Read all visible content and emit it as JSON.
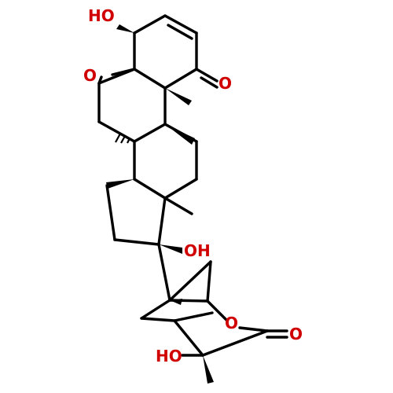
{
  "colors": {
    "bond": "#000000",
    "oxygen": "#d00000",
    "background": "#ffffff"
  },
  "labels": {
    "ho_top": "HO",
    "ring_o": "O",
    "ketone_o": "O",
    "oh_mid": "OH",
    "lactone_o": "O",
    "lactone_co": "O",
    "ho_bottom": "HO"
  }
}
